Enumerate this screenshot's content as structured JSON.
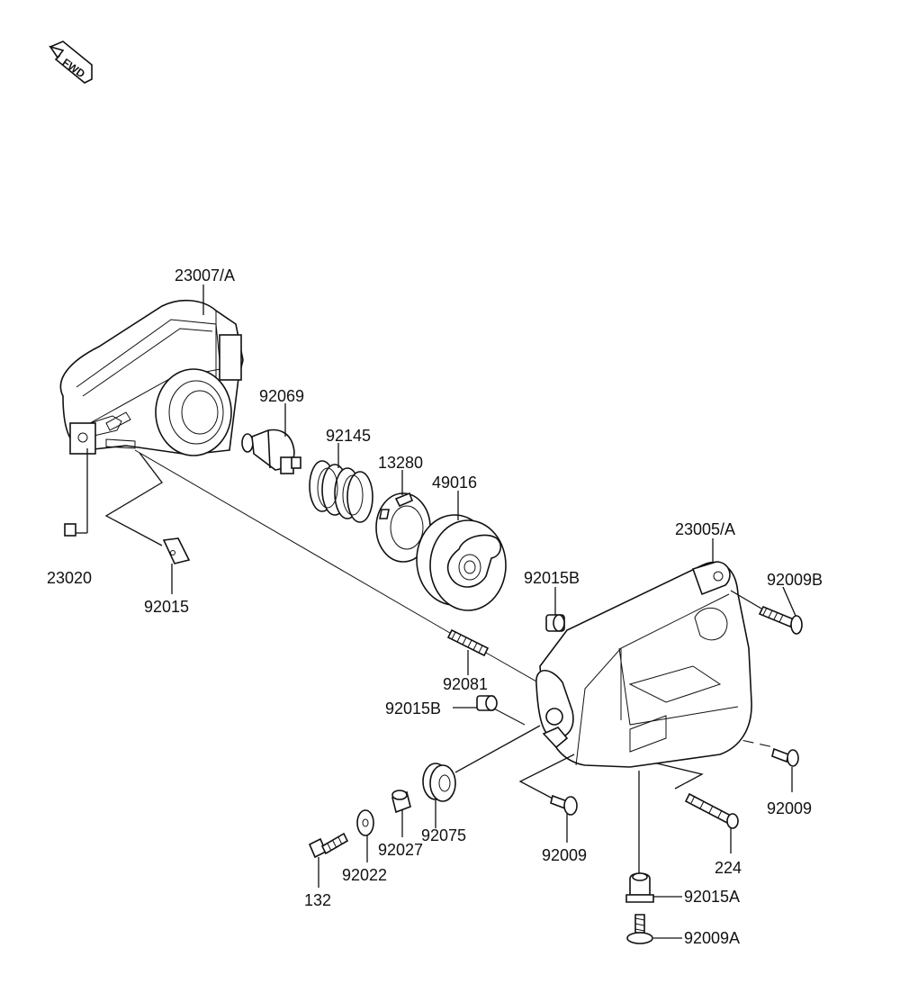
{
  "fwd_arrow": {
    "text": "FWD",
    "icon": "fwd-arrow-icon"
  },
  "labels": {
    "p23007A": "23007/A",
    "p92069": "92069",
    "p92145": "92145",
    "p13280": "13280",
    "p49016": "49016",
    "p23020": "23020",
    "p92015": "92015",
    "p23005A": "23005/A",
    "p92009B": "92009B",
    "p92015B_top": "92015B",
    "p92081": "92081",
    "p92015B_mid": "92015B",
    "p92009_right": "92009",
    "p92075": "92075",
    "p92027": "92027",
    "p92022": "92022",
    "p132": "132",
    "p92009_bottom": "92009",
    "p224": "224",
    "p92015A": "92015A",
    "p92009A": "92009A"
  }
}
